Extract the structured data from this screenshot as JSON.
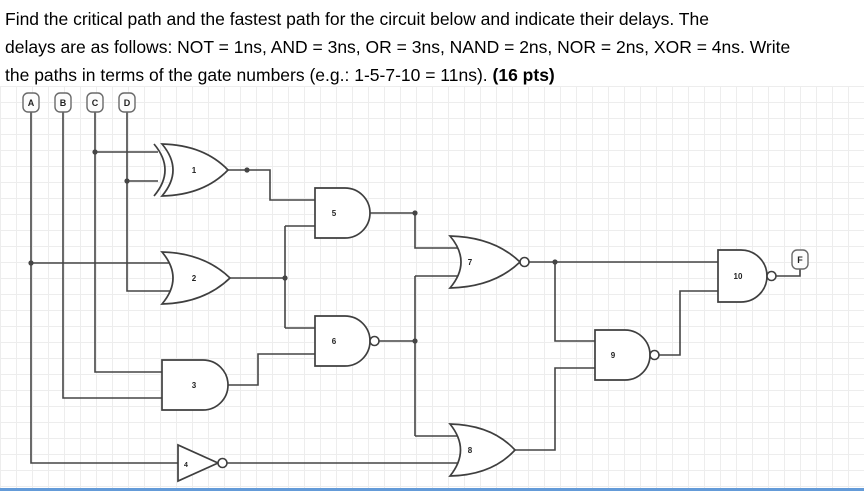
{
  "question": {
    "line1": "Find the critical path and the fastest path for the circuit below and indicate their delays. The",
    "line2": "delays are as follows: NOT = 1ns, AND = 3ns, OR = 3ns, NAND = 2ns, NOR = 2ns, XOR = 4ns. Write",
    "line3": "the paths in terms of the gate numbers (e.g.: 1-5-7-10 = 11ns). ",
    "points_label": "(16 pts)"
  },
  "circuit": {
    "inputs": [
      "A",
      "B",
      "C",
      "D"
    ],
    "output_label": "F",
    "gates": [
      {
        "number": "1",
        "type": "XOR"
      },
      {
        "number": "2",
        "type": "OR"
      },
      {
        "number": "3",
        "type": "AND"
      },
      {
        "number": "4",
        "type": "NOT"
      },
      {
        "number": "5",
        "type": "AND"
      },
      {
        "number": "6",
        "type": "NAND"
      },
      {
        "number": "7",
        "type": "NOR"
      },
      {
        "number": "8",
        "type": "OR"
      },
      {
        "number": "9",
        "type": "NAND"
      },
      {
        "number": "10",
        "type": "NAND"
      }
    ],
    "delays": {
      "NOT": "1ns",
      "AND": "3ns",
      "OR": "3ns",
      "NAND": "2ns",
      "NOR": "2ns",
      "XOR": "4ns"
    }
  },
  "colors": {
    "wire": "#454545",
    "grid": "#ededed",
    "bottom_bar": "#649bd8"
  }
}
